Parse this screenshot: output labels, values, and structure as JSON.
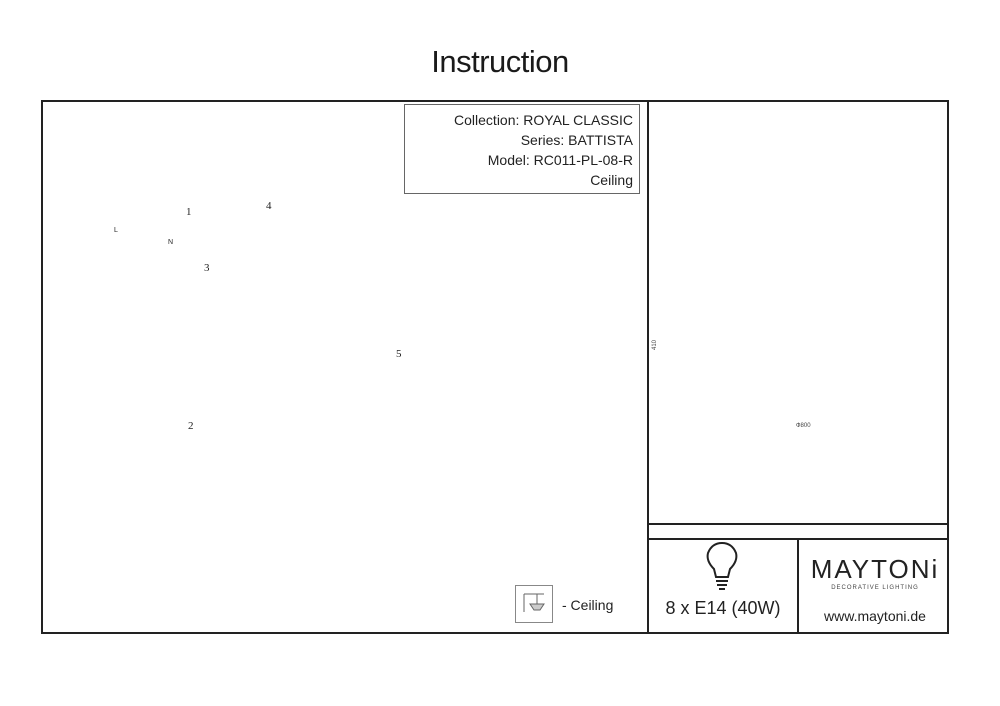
{
  "header": {
    "title": "Instruction"
  },
  "info": {
    "collection": "Collection: ROYAL CLASSIC",
    "series": "Series: BATTISTA",
    "model": "Model: RC011-PL-08-R",
    "mount": "Ceiling"
  },
  "steps": [
    "1",
    "2",
    "3",
    "4",
    "5"
  ],
  "wire_labels": {
    "live": "L",
    "neutral": "N"
  },
  "mount_legend": {
    "label": "- Ceiling"
  },
  "bulb": {
    "spec": "8 x E14 (40W)",
    "icon": "light-bulb-icon"
  },
  "brand": {
    "name": "MAYTONi",
    "tagline": "DECORATIVE LIGHTING",
    "website": "www.maytoni.de"
  },
  "dimensions": {
    "height_label": "410",
    "width_label": "Ф800"
  }
}
